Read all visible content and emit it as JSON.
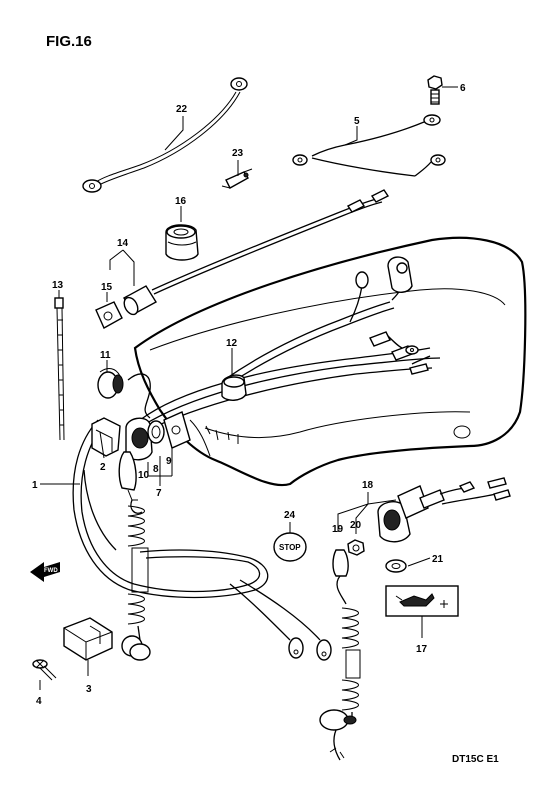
{
  "figure": {
    "title": "FIG.16",
    "code": "DT15C E1",
    "stop_text": "STOP",
    "fwd_text": "FWD"
  },
  "callouts": [
    "1",
    "2",
    "3",
    "4",
    "5",
    "6",
    "7",
    "8",
    "9",
    "10",
    "11",
    "12",
    "13",
    "14",
    "15",
    "16",
    "17",
    "18",
    "19",
    "20",
    "21",
    "22",
    "23",
    "24"
  ]
}
